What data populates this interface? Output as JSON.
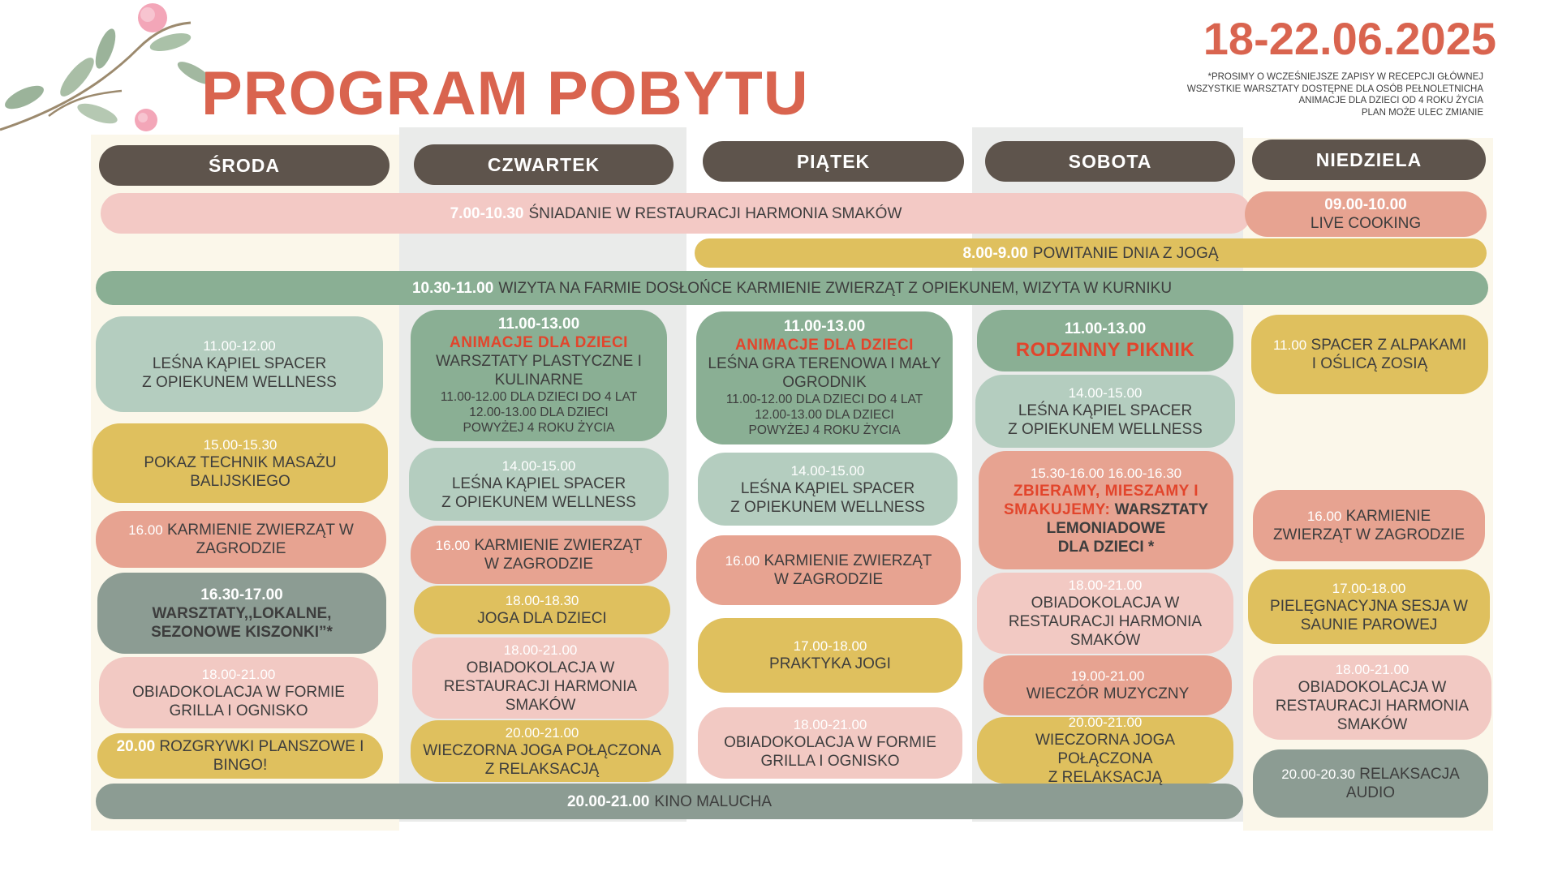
{
  "title": "PROGRAM POBYTU",
  "date": "18-22.06.2025",
  "notes": [
    "*PROSIMY O WCZEŚNIEJSZE ZAPISY W RECEPCJI GŁÓWNEJ",
    "WSZYSTKIE WARSZTATY DOSTĘPNE DLA OSÓB PEŁNOLETNICHA",
    "ANIMACJE DLA DZIECI OD 4 ROKU ŻYCIA",
    "PLAN MOŻE ULEC ZMIANIE"
  ],
  "colors": {
    "accent": "#d9644f",
    "header": "#5e544c",
    "mint": "#b4cdbf",
    "sage": "#8aaf94",
    "mustard": "#dfc05e",
    "salmon": "#e7a391",
    "pink": "#f2c9c3",
    "slate": "#8c9c93"
  },
  "days": [
    "ŚRODA",
    "CZWARTEK",
    "PIĄTEK",
    "SOBOTA",
    "NIEDZIELA"
  ],
  "banners": {
    "breakfast": {
      "time": "7.00-10.30",
      "text": "ŚNIADANIE W RESTAURACJI HARMONIA SMAKÓW"
    },
    "yoga": {
      "time": "8.00-9.00",
      "text": "POWITANIE DNIA Z JOGĄ"
    },
    "farm": {
      "time": "10.30-11.00",
      "text": "WIZYTA NA FARMIE DOSŁOŃCE KARMIENIE ZWIERZĄT Z OPIEKUNEM, WIZYTA W KURNIKU"
    },
    "kino": {
      "time": "20.00-21.00",
      "text": "KINO MALUCHA"
    }
  },
  "sroda": {
    "e1": {
      "time": "11.00-12.00",
      "l1": "LEŚNA KĄPIEL SPACER",
      "l2": "Z OPIEKUNEM WELLNESS"
    },
    "e2": {
      "time": "15.00-15.30",
      "l1": "POKAZ TECHNIK MASAŻU",
      "l2": "BALIJSKIEGO"
    },
    "e3": {
      "time": "16.00",
      "l1": "KARMIENIE ZWIERZĄT W",
      "l2": "ZAGRODZIE"
    },
    "e4": {
      "time": "16.30-17.00",
      "l1": "WARSZTATY,,LOKALNE,",
      "l2": "SEZONOWE KISZONKI”*"
    },
    "e5": {
      "time": "18.00-21.00",
      "l1": "OBIADOKOLACJA W FORMIE",
      "l2": "GRILLA I OGNISKO"
    },
    "e6": {
      "time": "20.00",
      "l1": "ROZGRYWKI PLANSZOWE I",
      "l2": "BINGO!"
    }
  },
  "czwartek": {
    "e1": {
      "time": "11.00-13.00",
      "tag": "ANIMACJE DLA DZIECI",
      "l1": "WARSZTATY PLASTYCZNE I",
      "l2": "KULINARNE",
      "s1": "11.00-12.00 DLA DZIECI DO 4 LAT",
      "s2": "12.00-13.00 DLA DZIECI",
      "s3": "POWYŻEJ 4 ROKU ŻYCIA"
    },
    "e2": {
      "time": "14.00-15.00",
      "l1": "LEŚNA KĄPIEL SPACER",
      "l2": "Z OPIEKUNEM WELLNESS"
    },
    "e3": {
      "time": "16.00",
      "l1": "KARMIENIE ZWIERZĄT",
      "l2": "W ZAGRODZIE"
    },
    "e4": {
      "time": "18.00-18.30",
      "l1": "JOGA DLA DZIECI"
    },
    "e5": {
      "time": "18.00-21.00",
      "l1": "OBIADOKOLACJA W",
      "l2": "RESTAURACJI HARMONIA",
      "l3": "SMAKÓW"
    },
    "e6": {
      "time": "20.00-21.00",
      "l1": "WIECZORNA JOGA POŁĄCZONA",
      "l2": "Z RELAKSACJĄ"
    }
  },
  "piatek": {
    "e1": {
      "time": "11.00-13.00",
      "tag": "ANIMACJE DLA DZIECI",
      "l1": "LEŚNA GRA TERENOWA I MAŁY",
      "l2": "OGRODNIK",
      "s1": "11.00-12.00 DLA DZIECI DO 4 LAT",
      "s2": "12.00-13.00 DLA DZIECI",
      "s3": "POWYŻEJ 4 ROKU ŻYCIA"
    },
    "e2": {
      "time": "14.00-15.00",
      "l1": "LEŚNA KĄPIEL SPACER",
      "l2": "Z OPIEKUNEM WELLNESS"
    },
    "e3": {
      "time": "16.00",
      "l1": "KARMIENIE ZWIERZĄT",
      "l2": "W ZAGRODZIE"
    },
    "e4": {
      "time": "17.00-18.00",
      "l1": "PRAKTYKA JOGI"
    },
    "e5": {
      "time": "18.00-21.00",
      "l1": "OBIADOKOLACJA W FORMIE",
      "l2": "GRILLA I OGNISKO"
    }
  },
  "sobota": {
    "e1": {
      "time": "11.00-13.00",
      "l1": "RODZINNY PIKNIK"
    },
    "e2": {
      "time": "14.00-15.00",
      "l1": "LEŚNA KĄPIEL SPACER",
      "l2": "Z OPIEKUNEM WELLNESS"
    },
    "e3": {
      "time": "15.30-16.00 16.00-16.30",
      "r1": "ZBIERAMY, MIESZAMY I",
      "r2": "SMAKUJEMY:",
      "l1": "WARSZTATY",
      "l2": "LEMONIADOWE",
      "l3": "DLA DZIECI *"
    },
    "e4": {
      "time": "18.00-21.00",
      "l1": "OBIADOKOLACJA W",
      "l2": "RESTAURACJI HARMONIA",
      "l3": "SMAKÓW"
    },
    "e5": {
      "time": "19.00-21.00",
      "l1": "WIECZÓR MUZYCZNY"
    },
    "e6": {
      "time": "20.00-21.00",
      "l1": "WIECZORNA JOGA POŁĄCZONA",
      "l2": "Z RELAKSACJĄ"
    }
  },
  "niedziela": {
    "e0": {
      "time": "09.00-10.00",
      "l1": "LIVE COOKING"
    },
    "e1": {
      "time": "11.00",
      "l1": "SPACER Z ALPAKAMI",
      "l2": "I OŚLICĄ ZOSIĄ"
    },
    "e2": {
      "time": "16.00",
      "l1": "KARMIENIE",
      "l2": "ZWIERZĄT W ZAGRODZIE"
    },
    "e3": {
      "time": "17.00-18.00",
      "l1": "PIELĘGNACYJNA SESJA W",
      "l2": "SAUNIE PAROWEJ"
    },
    "e4": {
      "time": "18.00-21.00",
      "l1": "OBIADOKOLACJA W",
      "l2": "RESTAURACJI HARMONIA",
      "l3": "SMAKÓW"
    },
    "e5": {
      "time": "20.00-20.30",
      "l1": "RELAKSACJA",
      "l2": "AUDIO"
    }
  }
}
